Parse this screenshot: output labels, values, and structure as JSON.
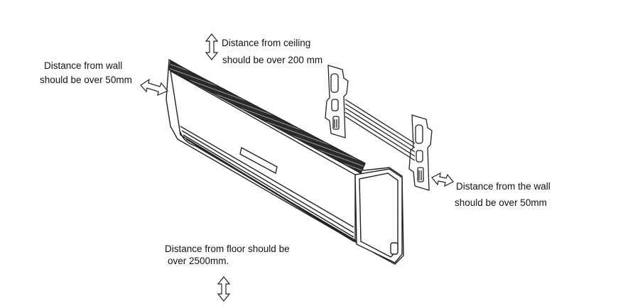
{
  "annotations": {
    "ceiling": {
      "line1": "Distance from ceiling",
      "line2": "should be over 200 mm"
    },
    "left_wall": {
      "line1": "Distance from wall",
      "line2": "should be over 50mm"
    },
    "right_wall": {
      "line1": "Distance from the wall",
      "line2": "should be over 50mm"
    },
    "floor": {
      "line1": "Distance from floor  should be",
      "line2": "over 2500mm."
    }
  },
  "icons": {
    "clearance_arrow": "double-headed-outline-arrow",
    "unit": "split-air-conditioner-indoor-unit",
    "plate": "wall-mounting-plate"
  },
  "colors": {
    "line": "#222222",
    "background": "#ffffff"
  }
}
